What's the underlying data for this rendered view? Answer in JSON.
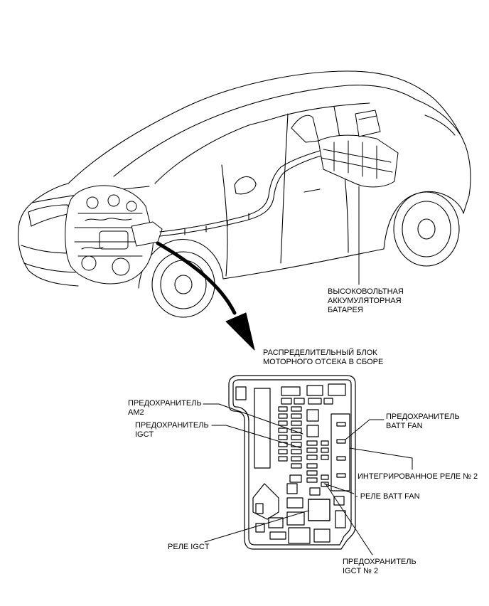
{
  "labels": {
    "hv_battery": [
      "ВЫСОКОВОЛЬТНАЯ",
      "АККУМУЛЯТОРНАЯ",
      "БАТАРЕЯ"
    ],
    "relay_block": [
      "РАСПРЕДЕЛИТЕЛЬНЫЙ БЛОК",
      "МОТОРНОГО ОТСЕКА В СБОРЕ"
    ],
    "fuse_am2": [
      "ПРЕДОХРАНИТЕЛЬ",
      "AM2"
    ],
    "fuse_igct": [
      "ПРЕДОХРАНИТЕЛЬ",
      "IGCT"
    ],
    "fuse_batt_fan": [
      "ПРЕДОХРАНИТЕЛЬ",
      "BATT FAN"
    ],
    "integrated_relay": "ИНТЕГРИРОВАННОЕ РЕЛЕ № 2",
    "relay_batt_fan": "- РЕЛЕ BATT FAN",
    "relay_igct": "РЕЛЕ IGCT",
    "fuse_igct_2": [
      "ПРЕДОХРАНИТЕЛЬ",
      "IGCT № 2"
    ]
  }
}
